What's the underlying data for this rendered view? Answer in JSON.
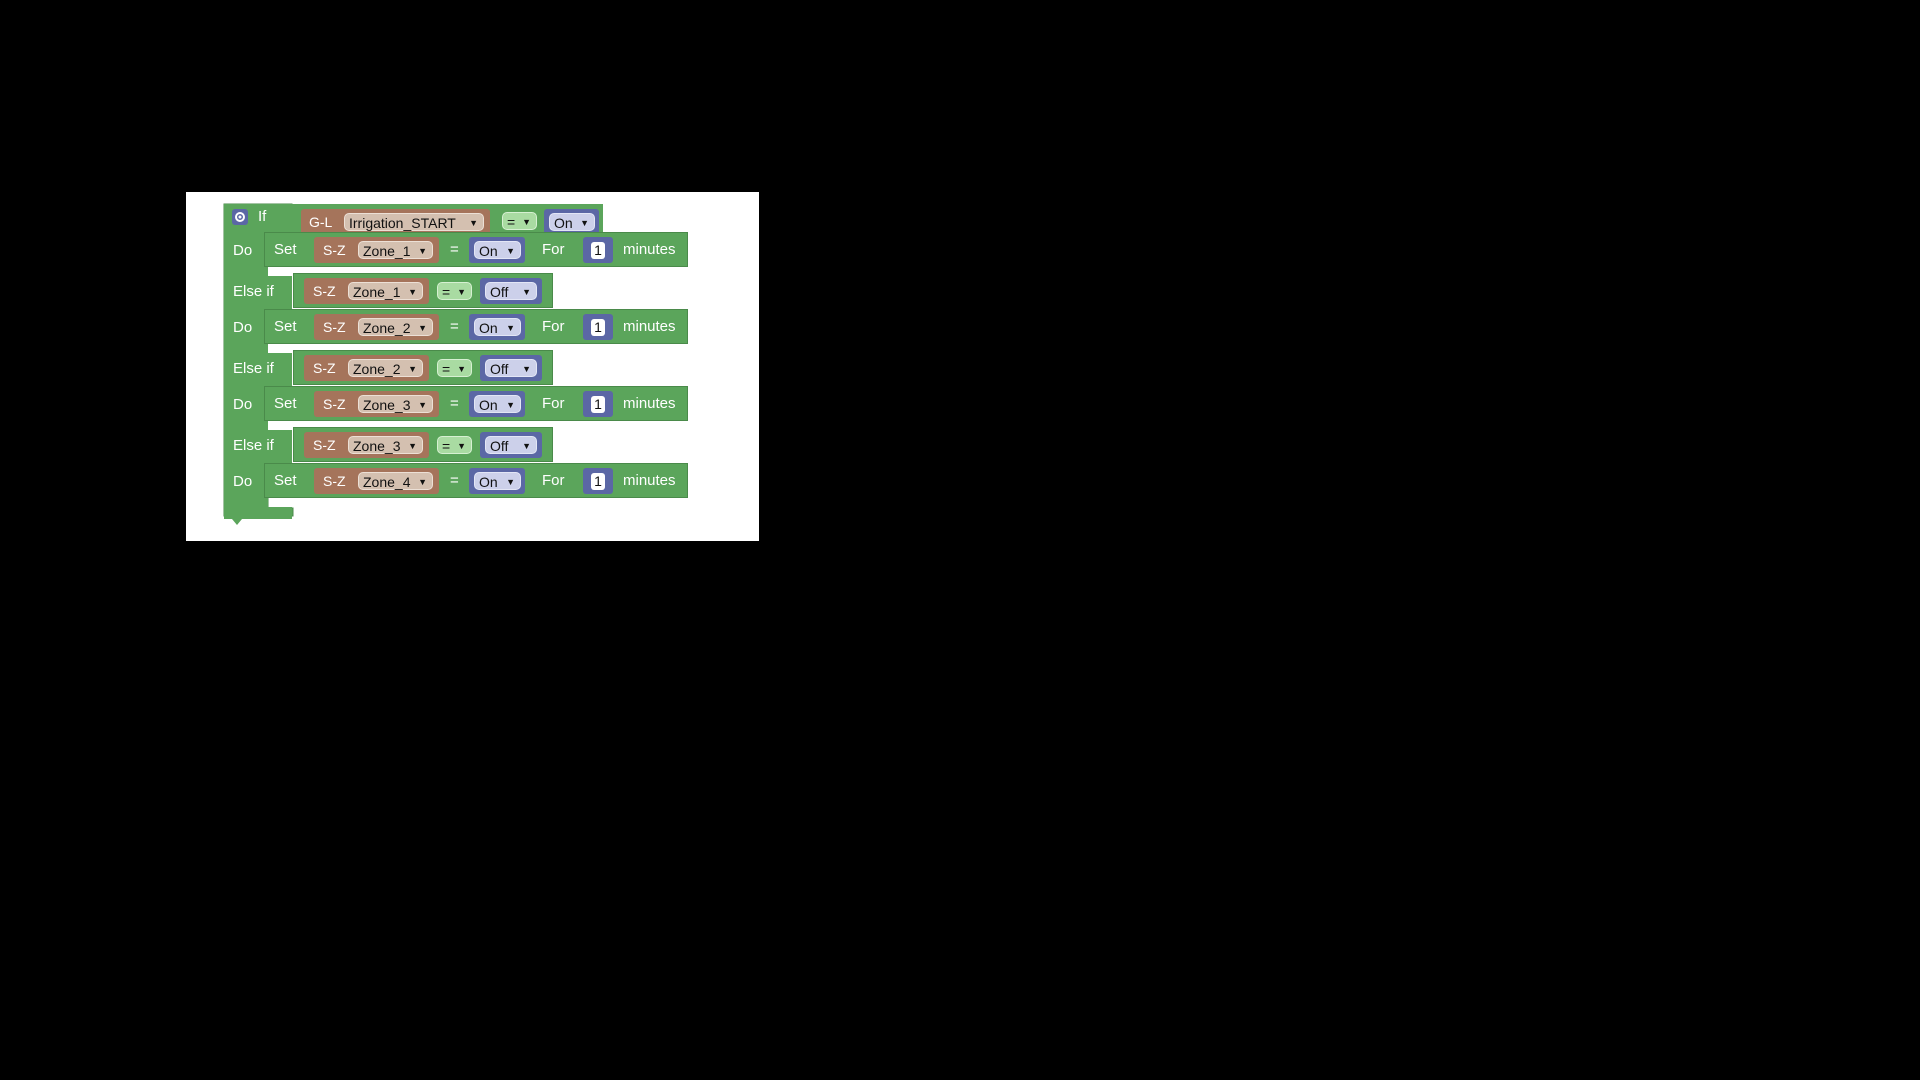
{
  "if_block": {
    "if_label": "If",
    "do_label": "Do",
    "else_if_label": "Else if",
    "gear_icon": "gear-icon",
    "condition": {
      "type": "G-L",
      "variable": "Irrigation_START",
      "operator": "=",
      "value": "On"
    }
  },
  "else_if_conditions": [
    {
      "type": "S-Z",
      "variable": "Zone_1",
      "operator": "=",
      "value": "Off"
    },
    {
      "type": "S-Z",
      "variable": "Zone_2",
      "operator": "=",
      "value": "Off"
    },
    {
      "type": "S-Z",
      "variable": "Zone_3",
      "operator": "=",
      "value": "Off"
    }
  ],
  "do_actions": [
    {
      "set_label": "Set",
      "type": "S-Z",
      "variable": "Zone_1",
      "operator": "=",
      "value": "On",
      "for_label": "For",
      "duration": "1",
      "unit": "minutes"
    },
    {
      "set_label": "Set",
      "type": "S-Z",
      "variable": "Zone_2",
      "operator": "=",
      "value": "On",
      "for_label": "For",
      "duration": "1",
      "unit": "minutes"
    },
    {
      "set_label": "Set",
      "type": "S-Z",
      "variable": "Zone_3",
      "operator": "=",
      "value": "On",
      "for_label": "For",
      "duration": "1",
      "unit": "minutes"
    },
    {
      "set_label": "Set",
      "type": "S-Z",
      "variable": "Zone_4",
      "operator": "=",
      "value": "On",
      "for_label": "For",
      "duration": "1",
      "unit": "minutes"
    }
  ],
  "colors": {
    "logic_green": "#5ba55b",
    "sensor_brown": "#a5745b",
    "value_blue": "#5b67a5",
    "workspace": "#ffffff",
    "background": "#000000"
  }
}
